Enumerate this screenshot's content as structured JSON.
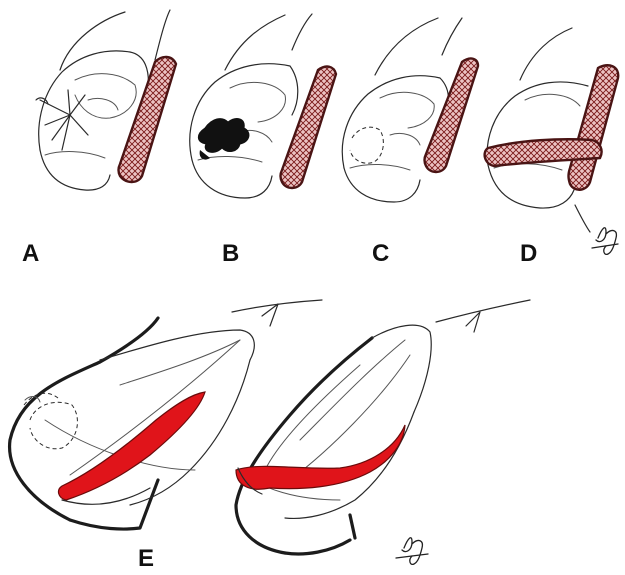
{
  "figure": {
    "panels": [
      {
        "id": "A",
        "label": "A"
      },
      {
        "id": "B",
        "label": "B"
      },
      {
        "id": "C",
        "label": "C"
      },
      {
        "id": "D",
        "label": "D"
      },
      {
        "id": "E",
        "label": "E"
      }
    ],
    "signature_text": "bg",
    "colors": {
      "ink": "#2a2a2a",
      "graft_fill": "#e8b7b7",
      "graft_hatch": "#7a1a1a",
      "graft_outline": "#4a1414",
      "muscle_red": "#e0141a",
      "black_mass": "#111111"
    }
  }
}
